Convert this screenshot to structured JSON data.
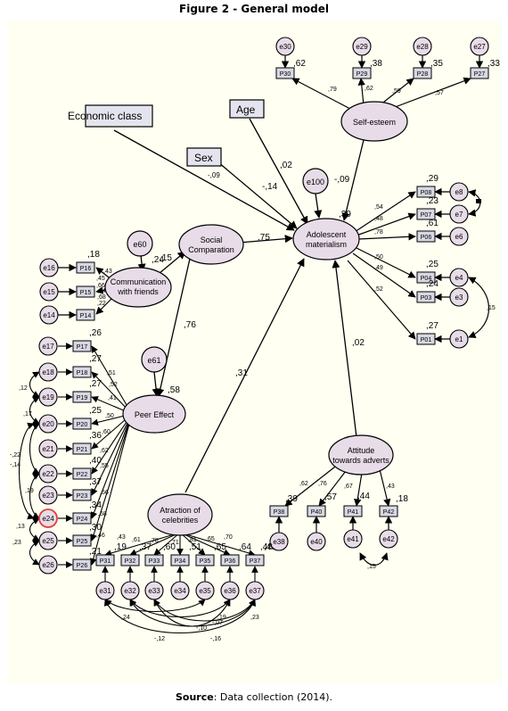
{
  "figure": {
    "title": "Figure 2 - General model",
    "source_label": "Source",
    "source_text": ": Data collection (2014)."
  },
  "colors": {
    "latent_fill": "#e8dce8",
    "error_fill": "#e8dce8",
    "observed_fill": "#e4e4ee",
    "highlight": "#e0403a",
    "background": "#fffff2"
  },
  "observed_vars": {
    "economic_class": "Economic class",
    "age": "Age",
    "sex": "Sex"
  },
  "latent_vars": {
    "self_esteem": "Self-esteem",
    "adolescent_materialism": [
      "Adolescent",
      "materialism"
    ],
    "social_comparation": [
      "Social",
      "Comparation"
    ],
    "communication_with_friends": [
      "Communication",
      "with friends"
    ],
    "peer_effect": "Peer Effect",
    "attraction_of_celebrities": [
      "Atraction of",
      "celebrities"
    ],
    "attitude_towards_adverts": [
      "Attitude",
      "towards adverts"
    ]
  },
  "disturbances": [
    "e100",
    "e60",
    "e61"
  ],
  "self_esteem_block": {
    "indicators": [
      "P30",
      "P29",
      "P28",
      "P27"
    ],
    "errors": [
      "e30",
      "e29",
      "e28",
      "e27"
    ],
    "r2": [
      ",62",
      ",38",
      ",35",
      ",33"
    ],
    "loadings": [
      ",79",
      ",62",
      ",59",
      ",57"
    ]
  },
  "materialism_block": {
    "indicators": [
      "P08",
      "P07",
      "P06",
      "P04",
      "P03",
      "P01"
    ],
    "errors": [
      "e8",
      "e7",
      "e6",
      "e4",
      "e3",
      "e1"
    ],
    "r2": [
      ",29",
      ",23",
      ",61",
      ",25",
      ",24",
      ",27"
    ],
    "loadings": [
      ",54",
      ",48",
      ",78",
      ",50",
      ",49",
      ",52"
    ],
    "correlation": ",15"
  },
  "communication_block": {
    "indicators": [
      "P16",
      "P15",
      "P14"
    ],
    "errors": [
      "e16",
      "e15",
      "e14"
    ],
    "r2": [
      ",18"
    ],
    "labels": [
      ",43",
      ",45",
      ",66",
      ",44",
      ",68",
      ",22"
    ]
  },
  "peer_block": {
    "indicators": [
      "P17",
      "P18",
      "P19",
      "P20",
      "P21",
      "P22",
      "P23",
      "P24",
      "P25",
      "P26"
    ],
    "errors": [
      "e17",
      "e18",
      "e19",
      "e20",
      "e21",
      "e22",
      "e23",
      "e24",
      "e25",
      "e26"
    ],
    "r2": [
      ",26",
      ",27",
      ",27",
      ",25",
      ",36",
      ",40",
      ",37",
      ",34",
      ",30",
      ",21"
    ],
    "loadings": [
      ",51",
      ",52",
      ",41",
      ",50",
      ",60",
      ",62",
      ",55",
      ",56",
      ",58",
      ",46"
    ],
    "correlations": [
      ",12",
      ",17",
      "-,22",
      "-,14",
      ",19",
      ",13",
      ",23"
    ]
  },
  "celebrity_block": {
    "indicators": [
      "P31",
      "P32",
      "P33",
      "P34",
      "P35",
      "P36",
      "P37"
    ],
    "errors": [
      "e31",
      "e32",
      "e33",
      "e34",
      "e35",
      "e36",
      "e37"
    ],
    "r2": [
      ",19",
      ",37",
      ",60",
      ",51",
      ",65",
      ",64",
      ",49"
    ],
    "loadings": [
      ",43",
      ",61",
      ",78",
      ",71",
      ",81",
      ",65",
      ",70"
    ],
    "correlations": [
      ",24",
      ",19",
      "-,10",
      "-,07",
      ",23",
      "-,12",
      "-,16"
    ]
  },
  "adverts_block": {
    "indicators": [
      "P38",
      "P40",
      "P41",
      "P42"
    ],
    "errors": [
      "e38",
      "e40",
      "e41",
      "e42"
    ],
    "r2": [
      ",39",
      ",57",
      ",44",
      ",18"
    ],
    "loadings": [
      ",62",
      ",76",
      ",67",
      ",43"
    ],
    "extra_r2": ",48",
    "correlation": ",15"
  },
  "structural_paths": {
    "economic_to_materialism": "-,09",
    "age_to_materialism": ",02",
    "sex_to_materialism": "-,14",
    "selfesteem_to_materialism": "-,09",
    "materialism_r2": ",39",
    "social_to_materialism": ",75",
    "communication_to_social": ",15",
    "communication_r2": ",24",
    "social_to_peer": ",76",
    "peer_r2": ",58",
    "celebrities_to_materialism": ",31",
    "adverts_to_materialism": ",02"
  }
}
